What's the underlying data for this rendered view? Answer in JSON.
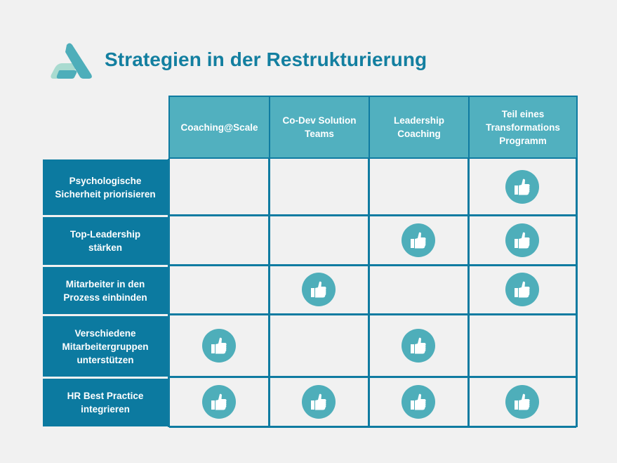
{
  "header": {
    "title": "Strategien in der Restrukturierung",
    "logo": "brand-logo-a-shape"
  },
  "colors": {
    "title": "#137fa0",
    "header_fill": "#51b0bf",
    "row_label_fill": "#0c7aa0",
    "grid_line": "#0f7ba1",
    "icon_fill": "#4eaeba",
    "background": "#f1f1f1"
  },
  "table": {
    "columns": [
      {
        "label": "Coaching@Scale"
      },
      {
        "label": "Co-Dev Solution\nTeams"
      },
      {
        "label": "Leadership\nCoaching"
      },
      {
        "label": "Teil eines\nTransformations\nProgramm"
      }
    ],
    "rows": [
      {
        "label": "Psychologische\nSicherheit priorisieren",
        "marks": [
          false,
          false,
          false,
          true
        ]
      },
      {
        "label": "Top-Leadership\nstärken",
        "marks": [
          false,
          false,
          true,
          true
        ]
      },
      {
        "label": "Mitarbeiter in den\nProzess einbinden",
        "marks": [
          false,
          true,
          false,
          true
        ]
      },
      {
        "label": "Verschiedene\nMitarbeitergruppen\nunterstützen",
        "marks": [
          true,
          false,
          true,
          false
        ]
      },
      {
        "label": "HR Best Practice\nintegrieren",
        "marks": [
          true,
          true,
          true,
          true
        ]
      }
    ],
    "mark_icon": "thumbs-up-icon"
  }
}
